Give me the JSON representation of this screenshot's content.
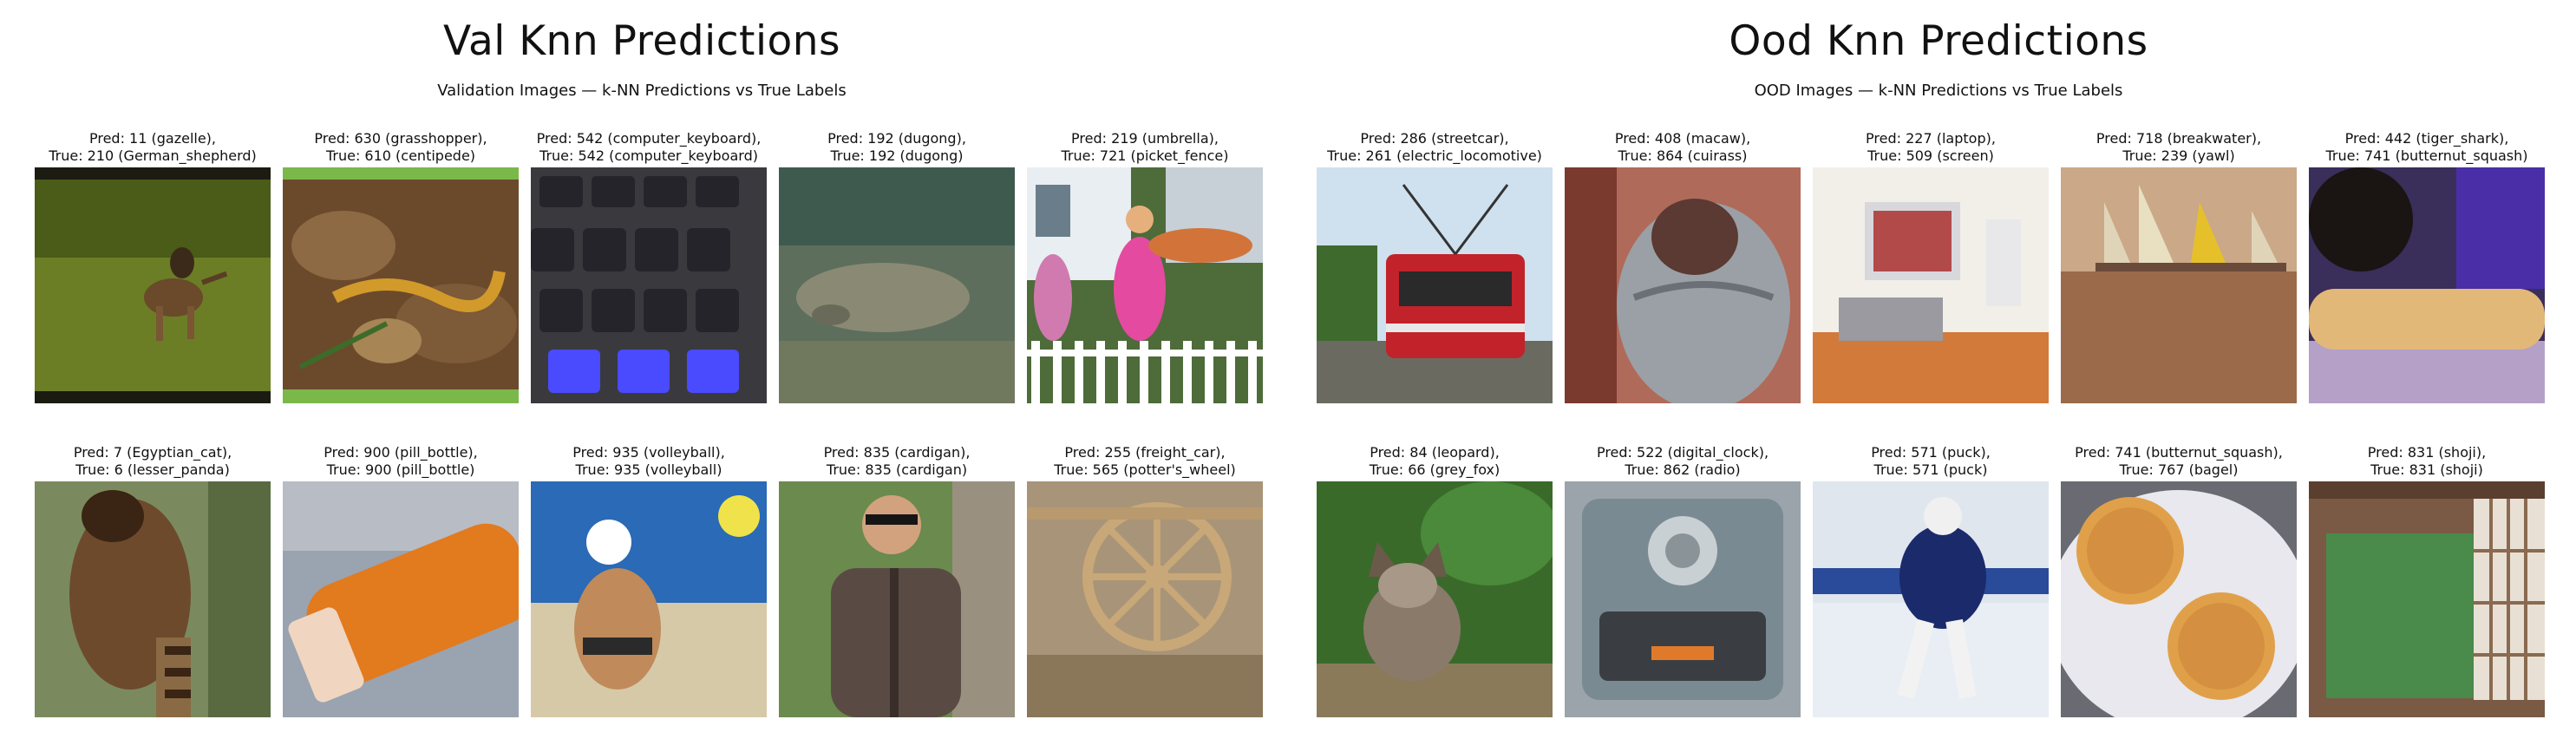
{
  "val": {
    "title": "Val Knn Predictions",
    "subtitle": "Validation Images — k-NN Predictions vs True Labels",
    "items": [
      {
        "pred": "Pred: 11 (gazelle),",
        "true": "True: 210 (German_shepherd)",
        "icon": "german-shepherd-running-image"
      },
      {
        "pred": "Pred: 630 (grasshopper),",
        "true": "True: 610 (centipede)",
        "icon": "centipede-on-leaves-image"
      },
      {
        "pred": "Pred: 542 (computer_keyboard),",
        "true": "True: 542 (computer_keyboard)",
        "icon": "keyboard-keys-image"
      },
      {
        "pred": "Pred: 192 (dugong),",
        "true": "True: 192 (dugong)",
        "icon": "dugong-underwater-image"
      },
      {
        "pred": "Pred: 219 (umbrella),",
        "true": "True: 721 (picket_fence)",
        "icon": "picket-fence-people-image"
      },
      {
        "pred": "Pred: 7 (Egyptian_cat),",
        "true": "True: 6 (lesser_panda)",
        "icon": "lesser-panda-image"
      },
      {
        "pred": "Pred: 900 (pill_bottle),",
        "true": "True: 900 (pill_bottle)",
        "icon": "orange-pill-bottle-image"
      },
      {
        "pred": "Pred: 935 (volleyball),",
        "true": "True: 935 (volleyball)",
        "icon": "beach-volleyball-player-image"
      },
      {
        "pred": "Pred: 835 (cardigan),",
        "true": "True: 835 (cardigan)",
        "icon": "woman-cardigan-image"
      },
      {
        "pred": "Pred: 255 (freight_car),",
        "true": "True: 565 (potter's_wheel)",
        "icon": "wooden-wheel-image"
      }
    ]
  },
  "ood": {
    "title": "Ood Knn Predictions",
    "subtitle": "OOD Images — k-NN Predictions vs True Labels",
    "items": [
      {
        "pred": "Pred: 286 (streetcar),",
        "true": "True: 261 (electric_locomotive)",
        "icon": "red-tram-image"
      },
      {
        "pred": "Pred: 408 (macaw),",
        "true": "True: 864 (cuirass)",
        "icon": "metal-cuirass-image"
      },
      {
        "pred": "Pred: 227 (laptop),",
        "true": "True: 509 (screen)",
        "icon": "computer-screen-desk-image"
      },
      {
        "pred": "Pred: 718 (breakwater),",
        "true": "True: 239 (yawl)",
        "icon": "sailboats-harbor-image"
      },
      {
        "pred": "Pred: 442 (tiger_shark),",
        "true": "True: 741 (butternut_squash)",
        "icon": "butternut-squash-image"
      },
      {
        "pred": "Pred: 84 (leopard),",
        "true": "True: 66 (grey_fox)",
        "icon": "grey-fox-image"
      },
      {
        "pred": "Pred: 522 (digital_clock),",
        "true": "True: 862 (radio)",
        "icon": "car-radio-image"
      },
      {
        "pred": "Pred: 571 (puck),",
        "true": "True: 571 (puck)",
        "icon": "hockey-player-image"
      },
      {
        "pred": "Pred: 741 (butternut_squash),",
        "true": "True: 767 (bagel)",
        "icon": "bagels-plate-image"
      },
      {
        "pred": "Pred: 831 (shoji),",
        "true": "True: 831 (shoji)",
        "icon": "shoji-window-image"
      }
    ]
  }
}
